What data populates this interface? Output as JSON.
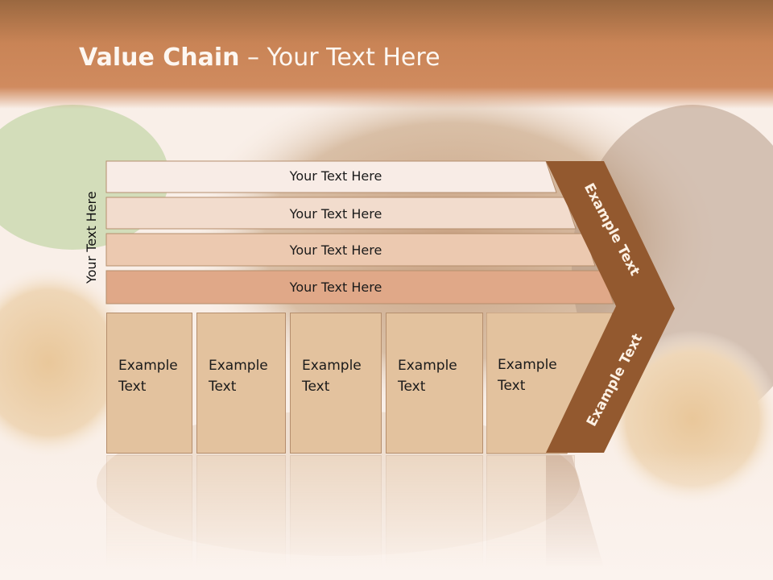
{
  "slide": {
    "title_bold": "Value Chain",
    "title_rest": " – Your Text Here",
    "side_label": "Your Text Here"
  },
  "bars": [
    {
      "label": "Your Text Here",
      "fill": "#f8ece6"
    },
    {
      "label": "Your Text Here",
      "fill": "#f2dccd"
    },
    {
      "label": "Your Text Here",
      "fill": "#ecc9b0"
    },
    {
      "label": "Your Text Here",
      "fill": "#e0a888"
    }
  ],
  "columns": [
    {
      "label": "Example\nText"
    },
    {
      "label": "Example\nText"
    },
    {
      "label": "Example\nText"
    },
    {
      "label": "Example\nText"
    },
    {
      "label": "Example\nText"
    }
  ],
  "chevron": {
    "upper_text": "Example Text",
    "lower_text": "Example Text",
    "color": "#93592f"
  },
  "colors": {
    "column_fill": "#e3c29e",
    "border": "#b58e6d"
  }
}
